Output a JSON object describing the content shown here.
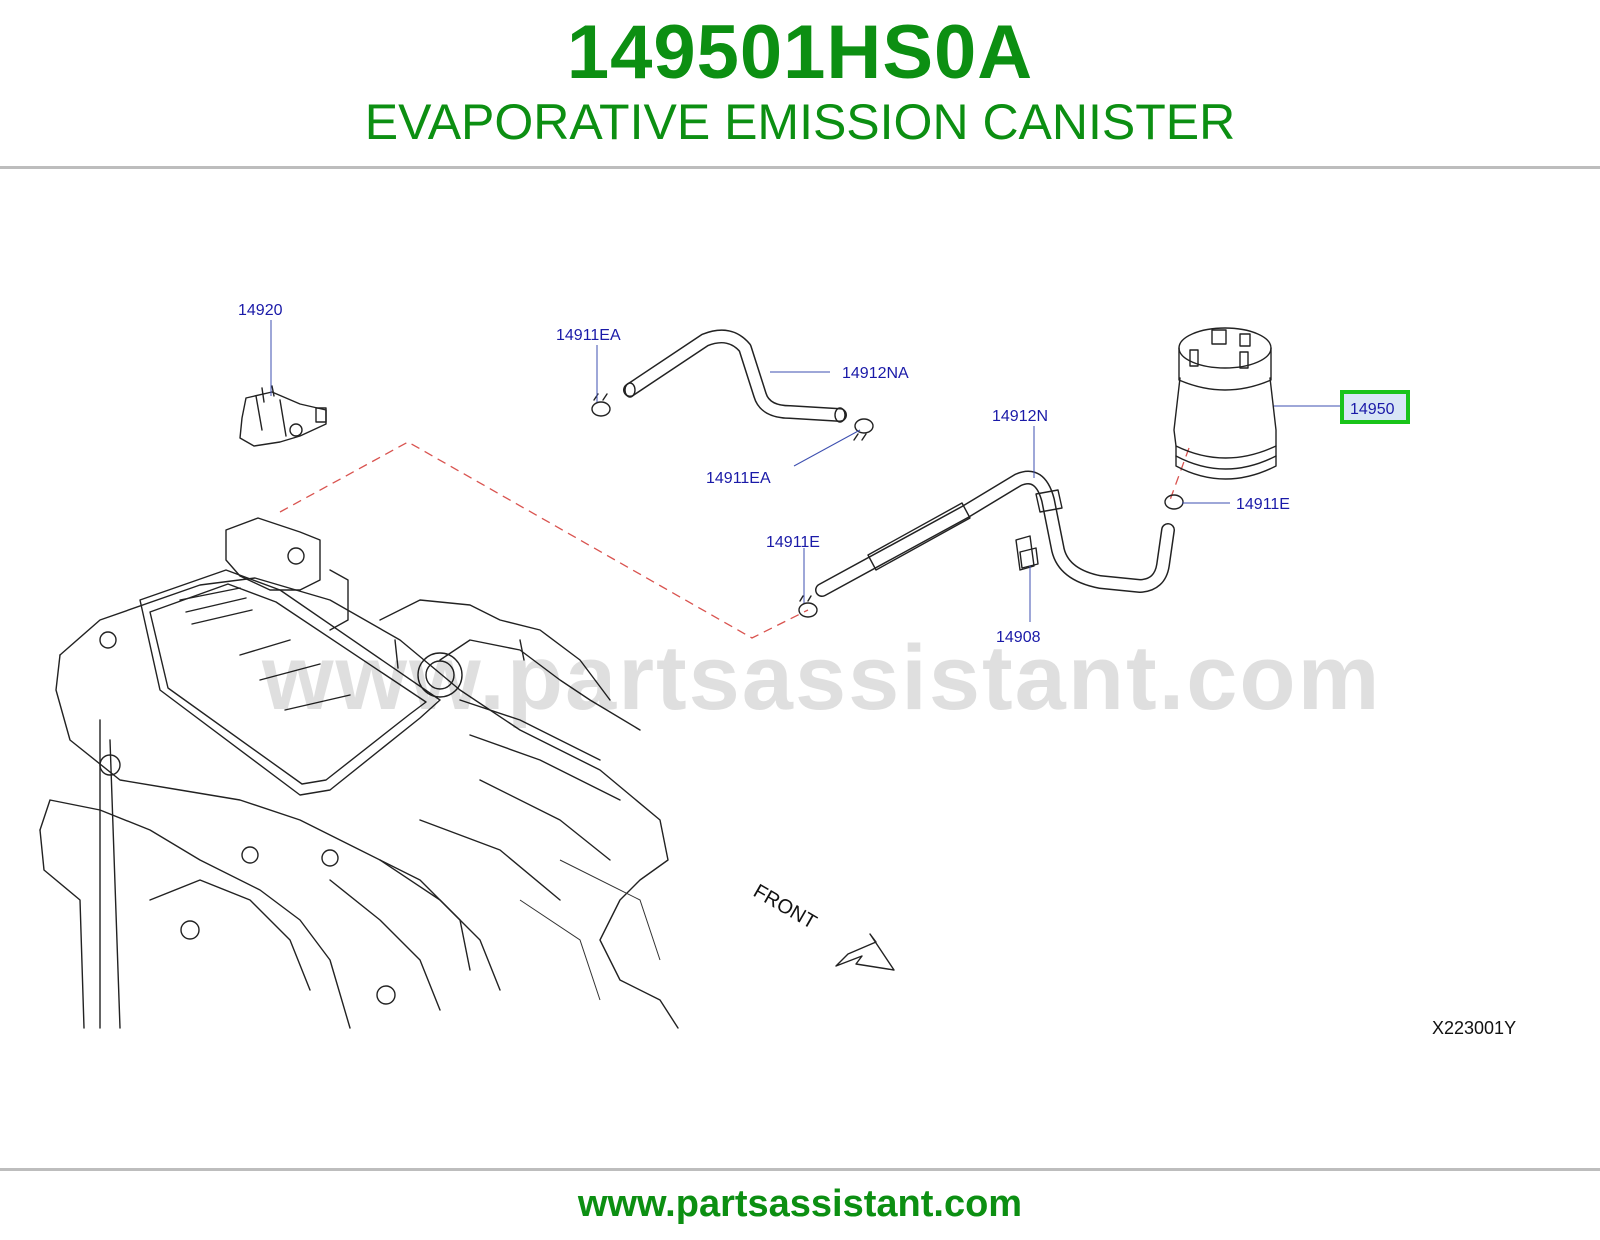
{
  "header": {
    "part_number": "149501HS0A",
    "part_name": "EVAPORATIVE EMISSION CANISTER"
  },
  "diagram": {
    "callouts": {
      "c14920": "14920",
      "c14911EA_top": "14911EA",
      "c14912NA": "14912NA",
      "c14911EA_bottom": "14911EA",
      "c14912N": "14912N",
      "c14950": "14950",
      "c14911E_right": "14911E",
      "c14911E_left": "14911E",
      "c14908": "14908"
    },
    "highlighted_callout": "14950",
    "front_label": "FRONT",
    "diagram_code": "X223001Y",
    "watermark": "www.partsassistant.com",
    "colors": {
      "title_green": "#0c8f12",
      "callout_blue": "#1a1aa8",
      "highlight_border": "#19c419",
      "guide_dash_red": "#d9534f"
    }
  },
  "footer": {
    "url": "www.partsassistant.com"
  }
}
